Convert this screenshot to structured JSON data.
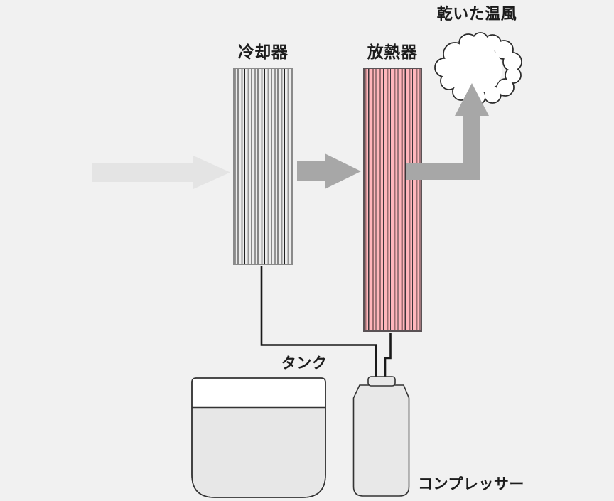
{
  "labels": {
    "dry_air": "乾いた温風",
    "cooler": "冷却器",
    "radiator": "放熱器",
    "tank": "タンク",
    "compressor": "コンプレッサー"
  },
  "colors": {
    "background": "#f1f1f1",
    "arrow_light": "#e4e4e4",
    "arrow_gray": "#a7a7a7",
    "cooler_fill": "#ececec",
    "cooler_stripe_mid": "#949494",
    "cooler_stripe_dark": "#1f1f1f",
    "cooler_border": "#8a8a8a",
    "radiator_fill": "#ffb6bc",
    "radiator_stripe_mid": "#9c6d71",
    "radiator_stripe_dark": "#3c3539",
    "radiator_border": "#5a5255",
    "outline": "#333333",
    "pipe": "#1a1a1a",
    "tank_fill": "#ffffff",
    "tank_water": "#e7e7e7",
    "compressor_fill": "#e8e8e8",
    "cloud_fill": "#ffffff",
    "cloud_outline": "#2b2b2b",
    "label_color": "#1c1c1c"
  }
}
